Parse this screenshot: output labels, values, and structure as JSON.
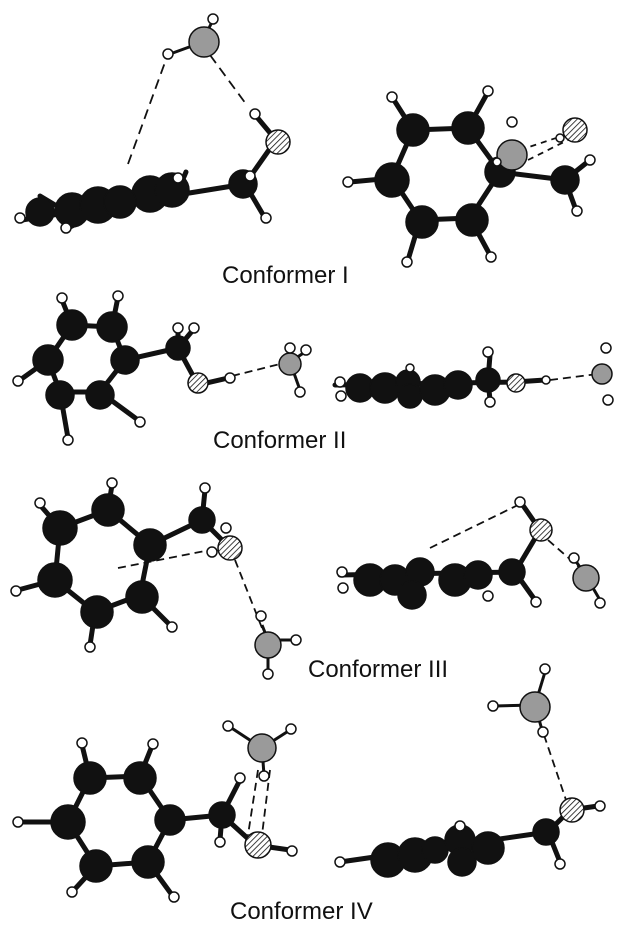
{
  "labels": {
    "conformer_1": "Conformer I",
    "conformer_2": "Conformer II",
    "conformer_3": "Conformer III",
    "conformer_4": "Conformer IV"
  },
  "colors": {
    "carbon": "#111111",
    "hydrogen": "#ffffff",
    "water_oxygen": "#9a9a9a",
    "hydroxyl_oxygen": "hatched",
    "bond": "#111111",
    "hbond": "#111111"
  }
}
